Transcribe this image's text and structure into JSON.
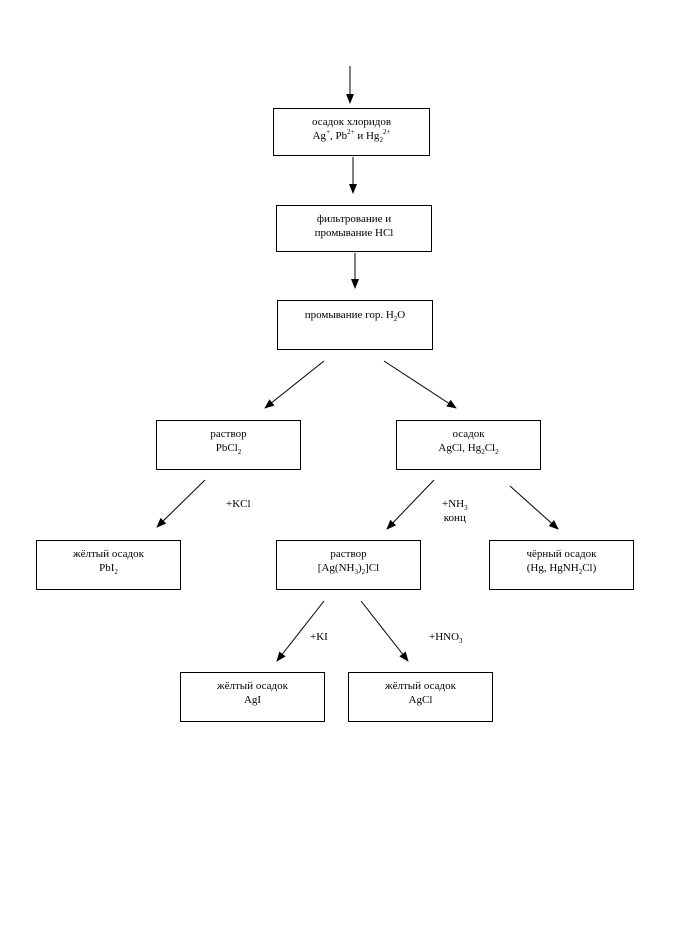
{
  "boxes": {
    "chlorides": {
      "line1": "осадок хлоридов",
      "l2_ag": "Ag",
      "l2_plus": "+",
      "l2_pb": ", Pb",
      "l2_2plus_a": "2+",
      "l2_hg": " и Hg",
      "l2_sub2": "2",
      "l2_2plus_b": "2+"
    },
    "filtration": {
      "line1": "фильтрование и",
      "line2": "промывание HCl"
    },
    "hot_water": {
      "line1": "промывание гор. H",
      "sub": "2",
      "line1_end": "O"
    },
    "pbcl2": {
      "line1": "раствор",
      "l2_a": "PbCl",
      "l2_sub": "2"
    },
    "agcl_hg2cl2": {
      "line1": "осадок",
      "l2_a": "AgCl, Hg",
      "l2_sub1": "2",
      "l2_b": "Cl",
      "l2_sub2": "2"
    },
    "pbi2": {
      "line1": "жёлтый осадок",
      "l2_a": "PbI",
      "l2_sub": "2"
    },
    "ammine": {
      "line1": "раствор",
      "l2_a": "[Ag(NH",
      "l2_sub1": "3",
      "l2_b": ")",
      "l2_sub2": "2",
      "l2_c": "]Cl"
    },
    "black": {
      "line1": "чёрный осадок",
      "l2_a": "(Hg, HgNH",
      "l2_sub": "2",
      "l2_b": "Cl)"
    },
    "agi": {
      "line1": "жёлтый осадок",
      "line2": "AgI"
    },
    "agcl": {
      "line1": "жёлтый осадок",
      "line2": "AgCl"
    }
  },
  "labels": {
    "kcl": "+KCl",
    "nh3_a": "+NH",
    "nh3_sub": "3",
    "nh3_b": "конц",
    "ki": "+KI",
    "hno3_a": "+HNO",
    "hno3_sub": "3"
  }
}
